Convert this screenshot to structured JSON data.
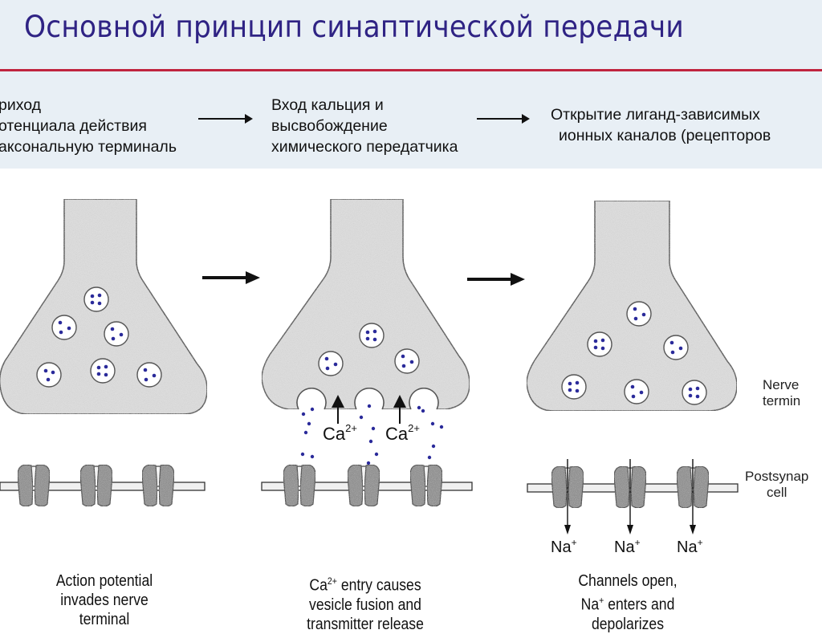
{
  "slide": {
    "title": "Основной принцип синаптической передачи",
    "accent_color": "#c0243f",
    "title_color": "#2f2384"
  },
  "steps": [
    {
      "lines": [
        "риход",
        "отенциала действия",
        "аксональную терминаль"
      ]
    },
    {
      "lines": [
        "Вход кальция и",
        "высвобождение",
        "химического передатчика"
      ]
    },
    {
      "lines": [
        "Открытие лиганд-зависимых",
        "ионных каналов (рецепторов"
      ]
    }
  ],
  "step_arrows": [
    "arrow-right-icon",
    "arrow-right-icon"
  ],
  "panels": [
    {
      "caption": [
        "Action potential",
        "invades nerve",
        "terminal"
      ],
      "vesicles": 6,
      "fusing_vesicles": 0,
      "ion_label": ""
    },
    {
      "caption_ion": "Ca",
      "caption_charge": "2+",
      "caption": [
        "entry causes",
        "vesicle fusion and",
        "transmitter release"
      ],
      "vesicles": 3,
      "fusing_vesicles": 3,
      "ion_label": "Ca",
      "ion_charge": "2+"
    },
    {
      "caption_ion": "Na",
      "caption_charge": "+",
      "caption": [
        "Channels open,",
        "enters and",
        "depolarizes"
      ],
      "vesicles": 6,
      "fusing_vesicles": 0,
      "ion_label": "Na",
      "ion_charge": "+"
    }
  ],
  "side_labels": {
    "nerve_terminal": [
      "Nerve",
      "termin"
    ],
    "postsynaptic": [
      "Postsynap",
      "cell"
    ]
  }
}
